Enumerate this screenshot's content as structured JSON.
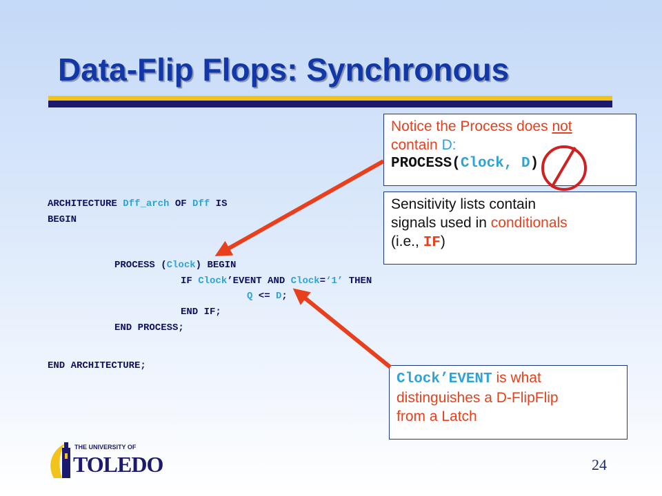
{
  "slide": {
    "title": "Data-Flip Flops: Synchronous",
    "number": "24"
  },
  "code": {
    "line1": {
      "kw1": "ARCHITECTURE ",
      "name": "Dff_arch",
      "kw2": " OF ",
      "entity": "Dff",
      "kw3": " IS"
    },
    "line2": "BEGIN",
    "line3": {
      "kw1": "PROCESS (",
      "sig": "Clock",
      "kw2": ") BEGIN"
    },
    "line4": {
      "kw1": "IF ",
      "sig1": "Clock",
      "kw2": "’EVENT AND ",
      "sig2": "Clock",
      "eq": "=",
      "val": "‘1’",
      "kw3": " THEN"
    },
    "line5": {
      "sig1": "Q",
      "op": " <= ",
      "sig2": "D",
      "end": ";"
    },
    "line6": "END IF;",
    "line7": "END PROCESS;",
    "line8": "END ARCHITECTURE;"
  },
  "callouts": {
    "notice": {
      "t1": "Notice the Process does ",
      "t2": "not",
      "t3": "contain ",
      "t4": "D:",
      "c1": "PROCESS(",
      "c2": "Clock, D",
      "c3": ")"
    },
    "sensitivity": {
      "t1": "Sensitivity lists contain",
      "t2": "signals used in ",
      "t3": "conditionals",
      "t4": "(i.e., ",
      "c1": "IF",
      "t5": ")"
    },
    "event": {
      "c1": "Clock’EVENT",
      "t1": " is what",
      "t2": "distinguishes a D-FlipFlip",
      "t3": "from a Latch"
    }
  },
  "logo": {
    "top_text": "THE UNIVERSITY OF",
    "main_text": "TOLEDO"
  },
  "colors": {
    "title": "#1238a8",
    "arrow": "#e8401c",
    "code_identifier": "#2fa3d8",
    "code_keyword": "#101060"
  }
}
